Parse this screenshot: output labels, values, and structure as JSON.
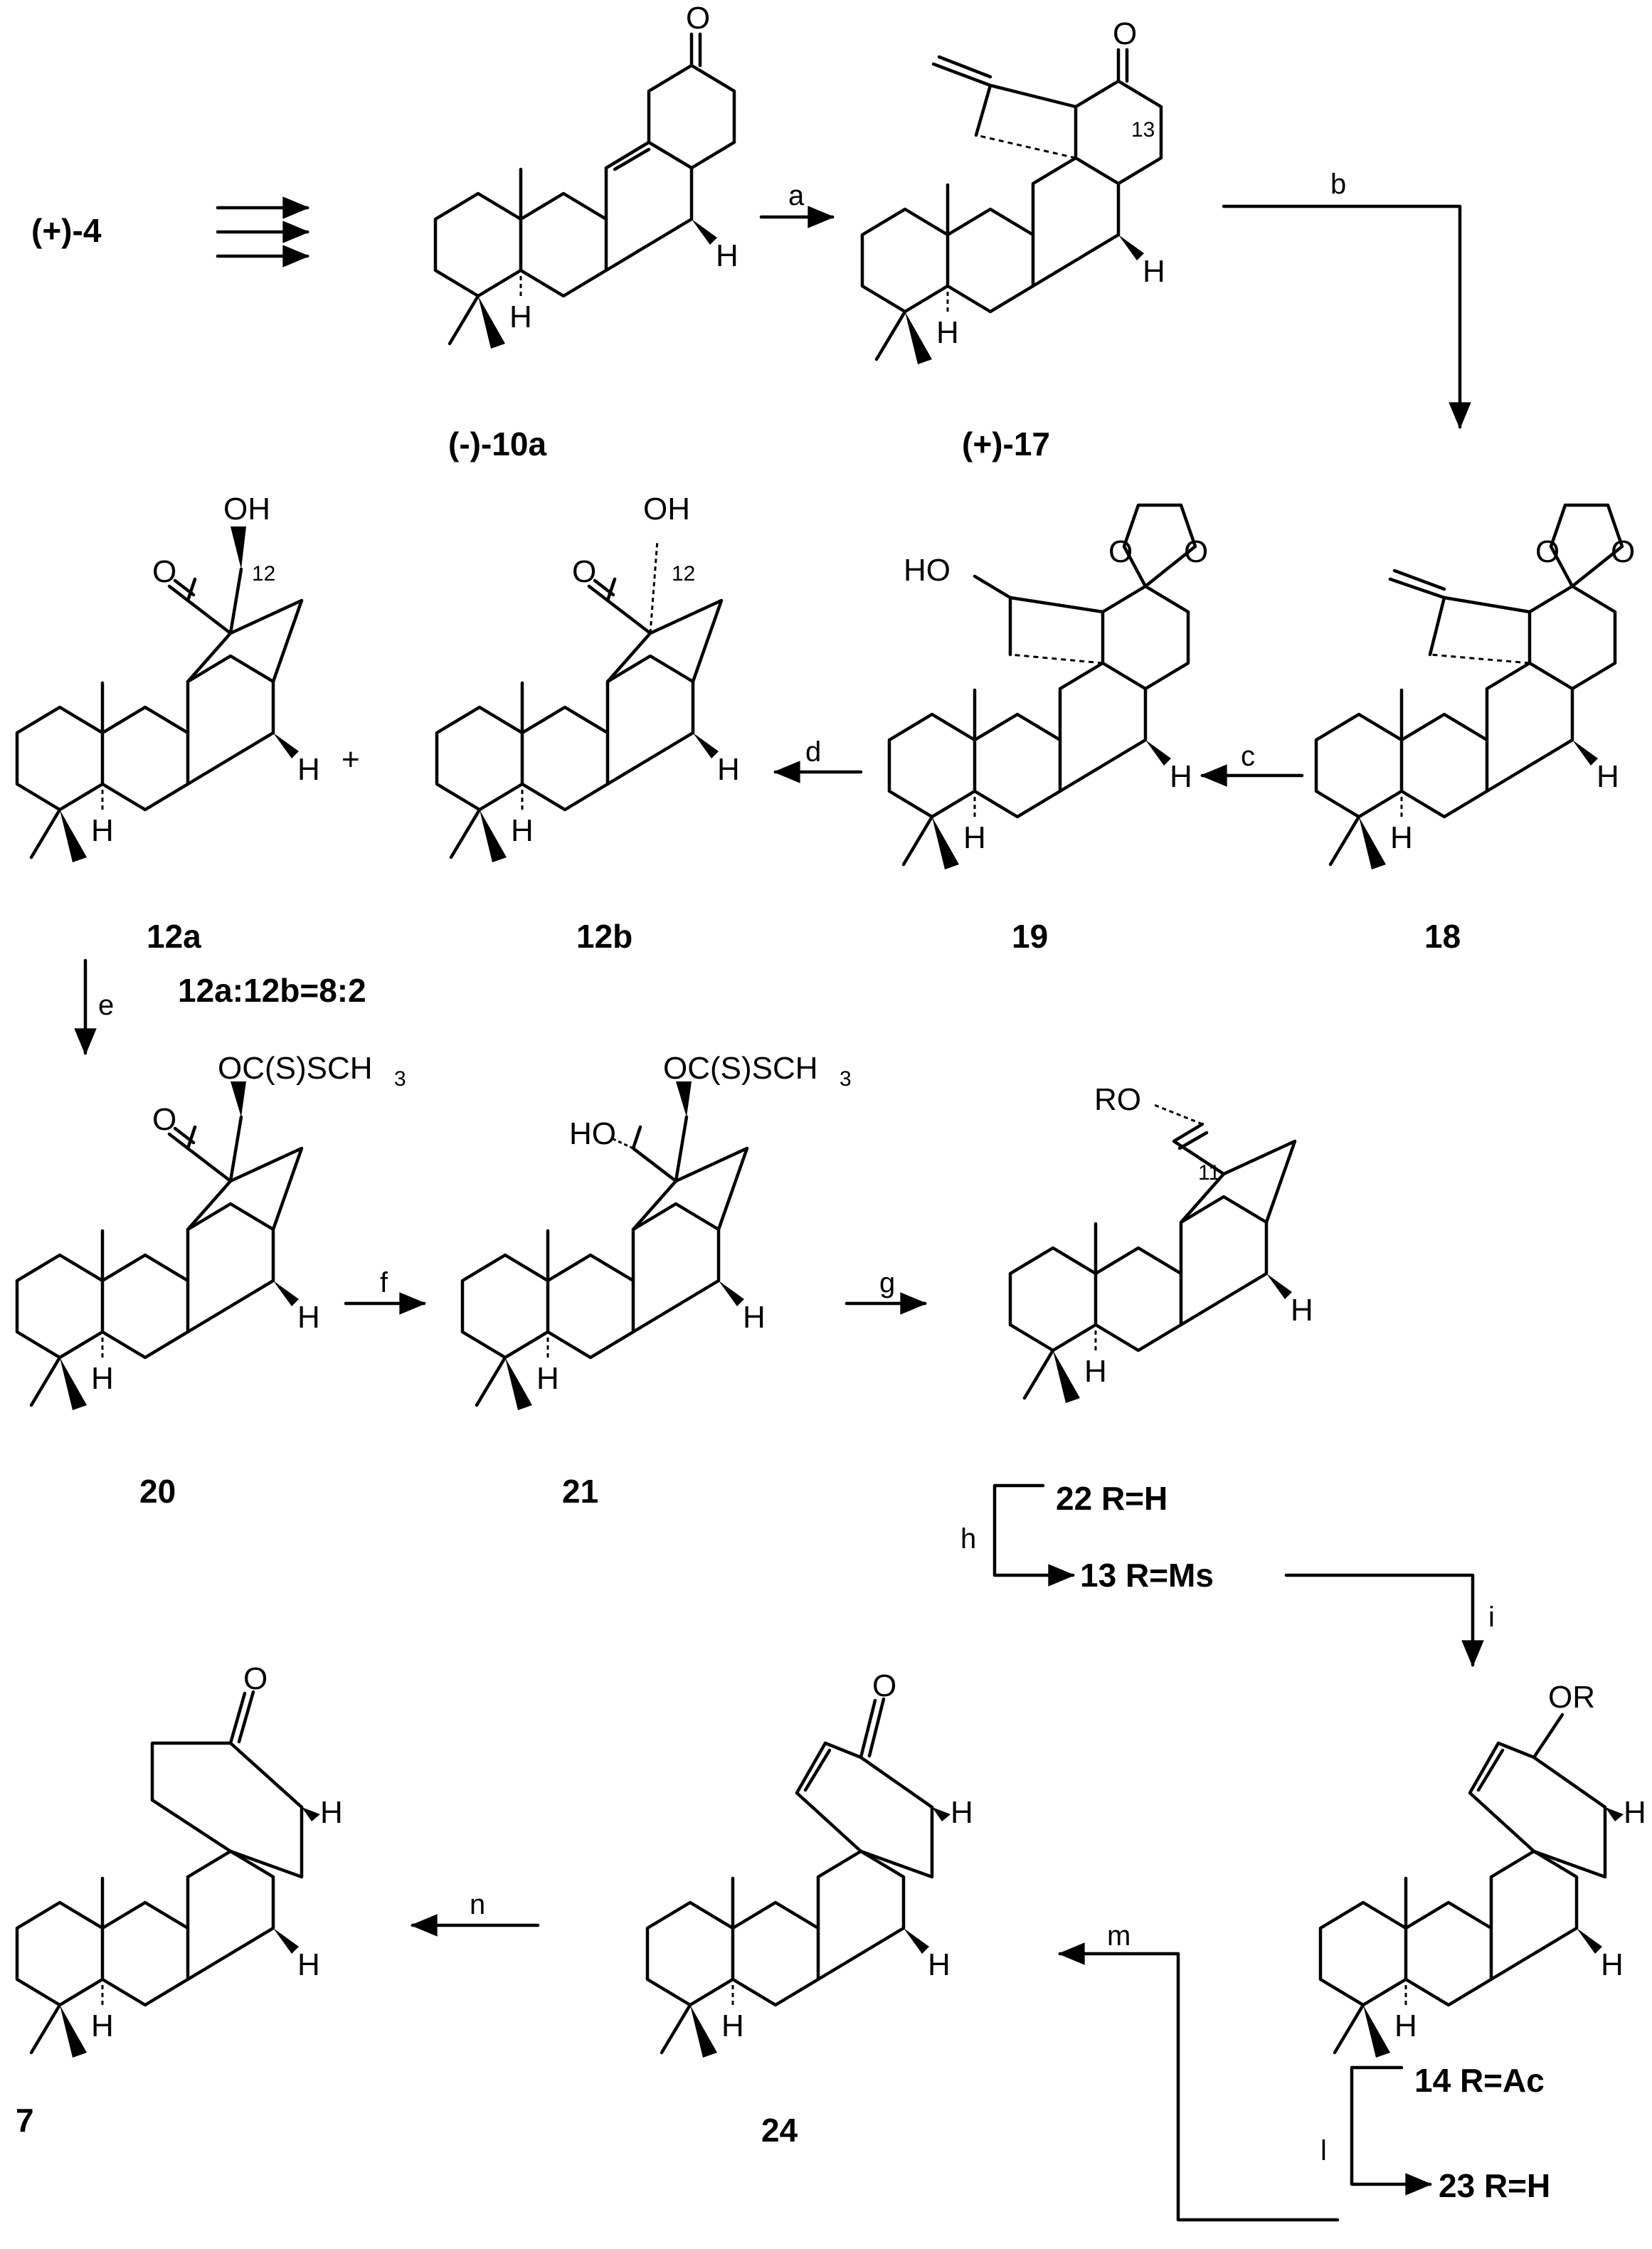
{
  "starting_material": "(+)-4",
  "compounds": {
    "c10a": "(-)-10a",
    "c17": "(+)-17",
    "c18": "18",
    "c19": "19",
    "c12a": "12a",
    "c12b": "12b",
    "c20": "20",
    "c21": "21",
    "c22": "22 R=H",
    "c13": "13 R=Ms",
    "c14": "14 R=Ac",
    "c23": "23 R=H",
    "c24": "24",
    "c7": "7"
  },
  "ratio": "12a:12b=8:2",
  "plus": "+",
  "steps": [
    "a",
    "b",
    "c",
    "d",
    "e",
    "f",
    "g",
    "h",
    "i",
    "l",
    "m",
    "n"
  ],
  "atoms": {
    "O": "O",
    "H": "H",
    "OH": "OH",
    "HO": "HO",
    "RO": "RO",
    "OR": "OR",
    "xanthate": "OC(S)SCH",
    "sub3": "3"
  },
  "locants": {
    "l11": "11",
    "l12": "12",
    "l13": "13"
  }
}
